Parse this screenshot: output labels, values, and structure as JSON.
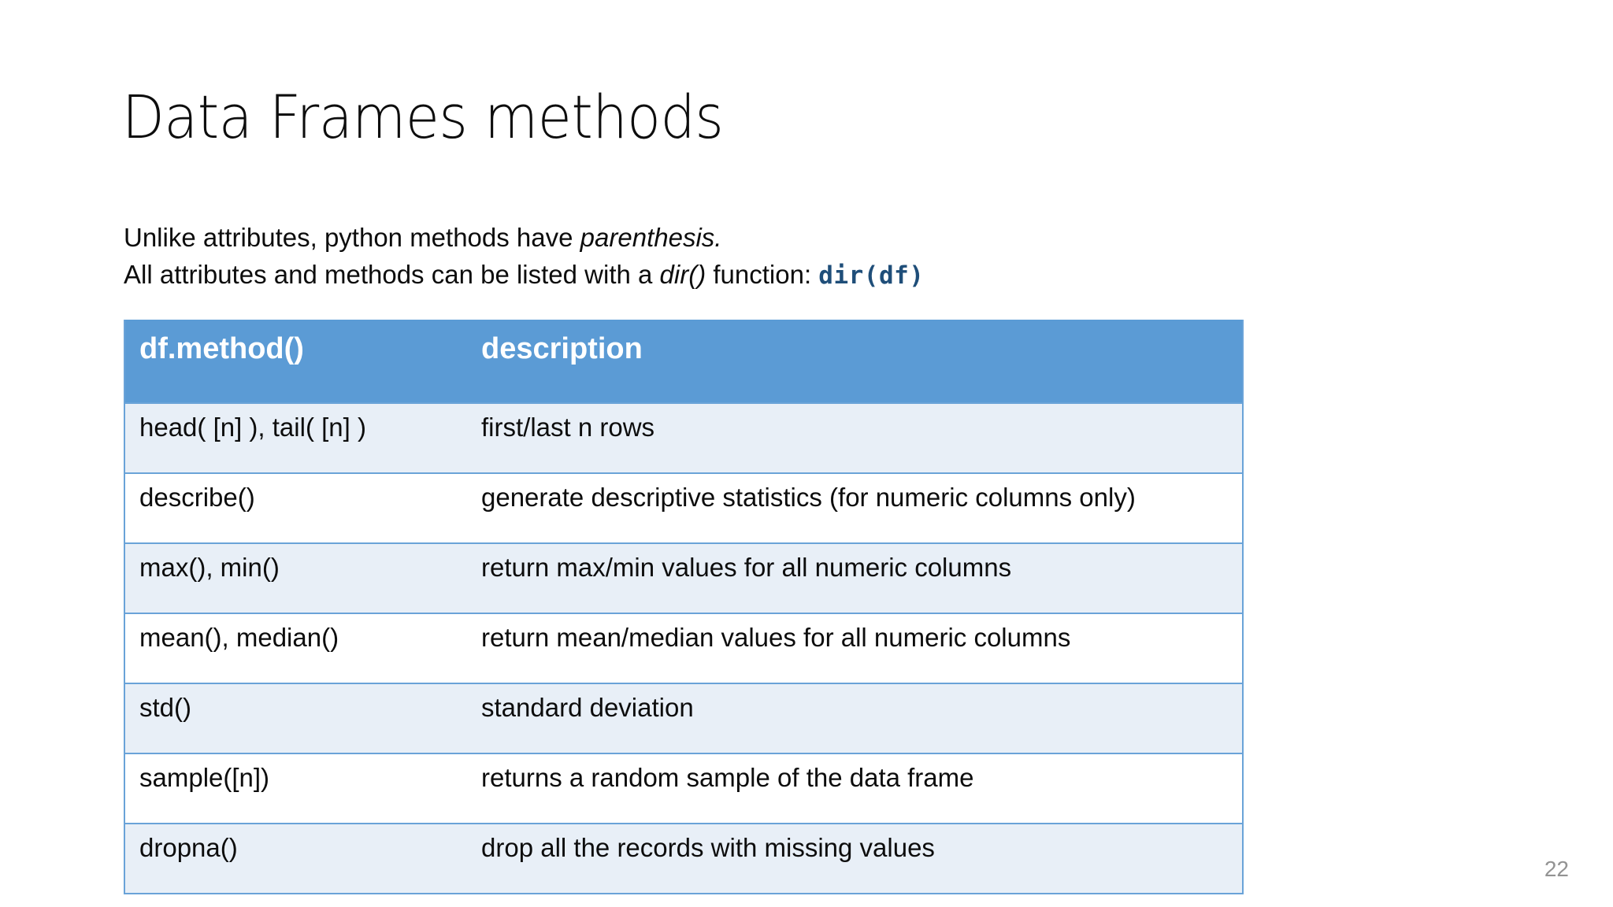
{
  "slide": {
    "title": "Data Frames methods",
    "page_number": "22",
    "accent_color": "#5B9BD5",
    "band_color": "#E8EFF7",
    "code_color": "#1F4E79"
  },
  "body": {
    "line1_part1": "Unlike attributes, python methods have ",
    "line1_italic": "parenthesis.",
    "line2_part1": "All attributes and methods can be listed with a ",
    "line2_italic": "dir()",
    "line2_part2": " function: ",
    "line2_code": "dir(df)"
  },
  "table": {
    "headers": [
      "df.method()",
      "description"
    ],
    "rows": [
      {
        "method": "head( [n] ), tail( [n] )",
        "description": "first/last n rows"
      },
      {
        "method": "describe()",
        "description": "generate descriptive statistics (for numeric columns only)"
      },
      {
        "method": "max(), min()",
        "description": "return max/min values for all numeric columns"
      },
      {
        "method": "mean(), median()",
        "description": "return mean/median values for all numeric columns"
      },
      {
        "method": "std()",
        "description": "standard deviation"
      },
      {
        "method": "sample([n])",
        "description": "returns a random sample of the data frame"
      },
      {
        "method": "dropna()",
        "description": "drop all the records with missing values"
      }
    ]
  }
}
